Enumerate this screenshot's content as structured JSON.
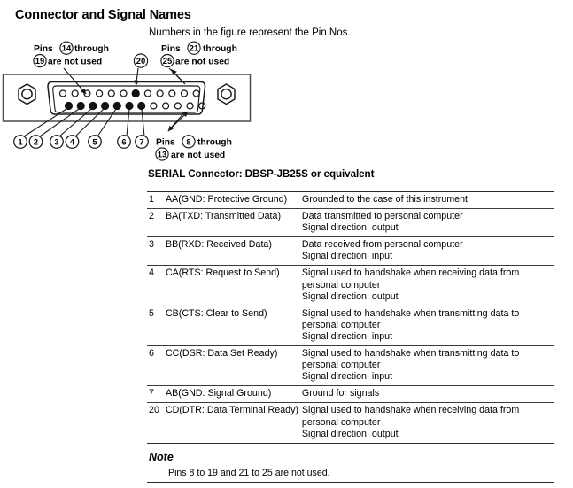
{
  "page": {
    "section_title": "Connector and Signal Names",
    "subtitle": "Numbers in the figure represent the Pin Nos.",
    "connector_caption": "SERIAL Connector: DBSP-JB25S or equivalent"
  },
  "figure": {
    "name": "db25-serial-connector-diagram",
    "callouts": {
      "top_left": {
        "prefix": "Pins",
        "circle_start": "14",
        "mid": "through",
        "circle_end": "19",
        "suffix": "are not used"
      },
      "top_center": {
        "circle": "20"
      },
      "top_right": {
        "prefix": "Pins",
        "circle_start": "21",
        "mid": "through",
        "circle_end": "25",
        "suffix": "are not used"
      },
      "bottom_right": {
        "prefix": "Pins",
        "circle_start": "8",
        "mid": "through",
        "circle_end": "13",
        "suffix": "are not used"
      }
    },
    "pin_callout_numbers": [
      "1",
      "2",
      "3",
      "4",
      "5",
      "6",
      "7"
    ],
    "used_pins_bottom_row": 7,
    "used_pin_top_row_index": 7,
    "top_row_pin_count": 13,
    "bottom_row_pin_count": 12
  },
  "table": {
    "rows": [
      {
        "pin": "1",
        "signal": "AA(GND: Protective Ground)",
        "description": [
          "Grounded to the case of this instrument"
        ]
      },
      {
        "pin": "2",
        "signal": "BA(TXD: Transmitted Data)",
        "description": [
          "Data transmitted to personal computer",
          "Signal direction: output"
        ]
      },
      {
        "pin": "3",
        "signal": "BB(RXD: Received Data)",
        "description": [
          "Data received from personal computer",
          "Signal direction: input"
        ]
      },
      {
        "pin": "4",
        "signal": "CA(RTS: Request to Send)",
        "description": [
          "Signal used to handshake when receiving data from",
          "personal computer",
          "Signal direction: output"
        ]
      },
      {
        "pin": "5",
        "signal": "CB(CTS: Clear to Send)",
        "description": [
          "Signal used to handshake when transmitting data to",
          "personal computer",
          "Signal direction: input"
        ]
      },
      {
        "pin": "6",
        "signal": "CC(DSR: Data Set Ready)",
        "description": [
          "Signal used to handshake when transmitting data to",
          "personal computer",
          "Signal direction: input"
        ]
      },
      {
        "pin": "7",
        "signal": "AB(GND: Signal Ground)",
        "description": [
          "Ground for signals"
        ]
      },
      {
        "pin": "20",
        "signal": "CD(DTR: Data Terminal Ready)",
        "description": [
          "Signal used to handshake when receiving data from",
          "personal computer",
          "Signal direction: output"
        ]
      }
    ]
  },
  "note": {
    "label": "Note",
    "text": "Pins 8 to 19 and 21 to 25 are not used."
  },
  "colors": {
    "text": "#000000",
    "rule": "#2b2b2b",
    "thin_rule": "#3a3a3a",
    "outline": "#1a1a1a",
    "pin_fill": "#111111"
  }
}
